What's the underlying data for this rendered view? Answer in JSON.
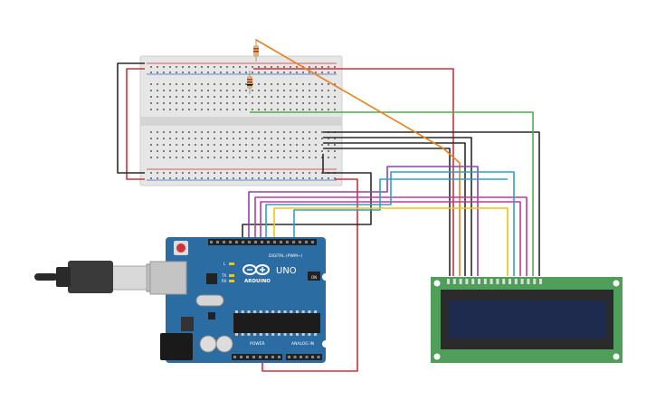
{
  "arduino": {
    "brand": "ARDUINO",
    "model": "UNO",
    "digital_label": "DIGITAL (PWM~)",
    "power_label": "POWER",
    "analog_label": "ANALOG IN",
    "tx_label": "TX",
    "rx_label": "RX",
    "l_label": "L",
    "on_label": "ON"
  },
  "colors": {
    "board": "#2b6ca3",
    "breadboard": "#e6e6e6",
    "lcd_pcb": "#4f9f5a",
    "lcd_screen": "#1e2b4f",
    "wire_red": "#d0313a",
    "wire_black": "#2a2a2a",
    "wire_orange": "#e8821e",
    "wire_green": "#4cae4c",
    "wire_purple": "#8e44ad",
    "wire_magenta": "#c0399b",
    "wire_yellow": "#f1c40f",
    "wire_cyan": "#2e9fc7"
  }
}
